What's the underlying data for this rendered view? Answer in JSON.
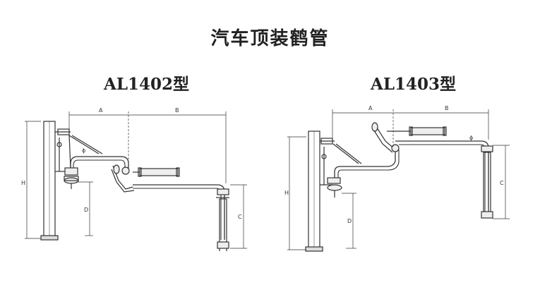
{
  "title": "汽车顶装鹤管",
  "models": [
    {
      "name": "AL1402型",
      "dims": {
        "a": "A",
        "b": "B",
        "c": "C",
        "d": "D",
        "h": "H",
        "phi": "ϕ"
      }
    },
    {
      "name": "AL1403型",
      "dims": {
        "a": "A",
        "b": "B",
        "c": "C",
        "d": "D",
        "h": "H",
        "phi": "ϕ"
      }
    }
  ]
}
